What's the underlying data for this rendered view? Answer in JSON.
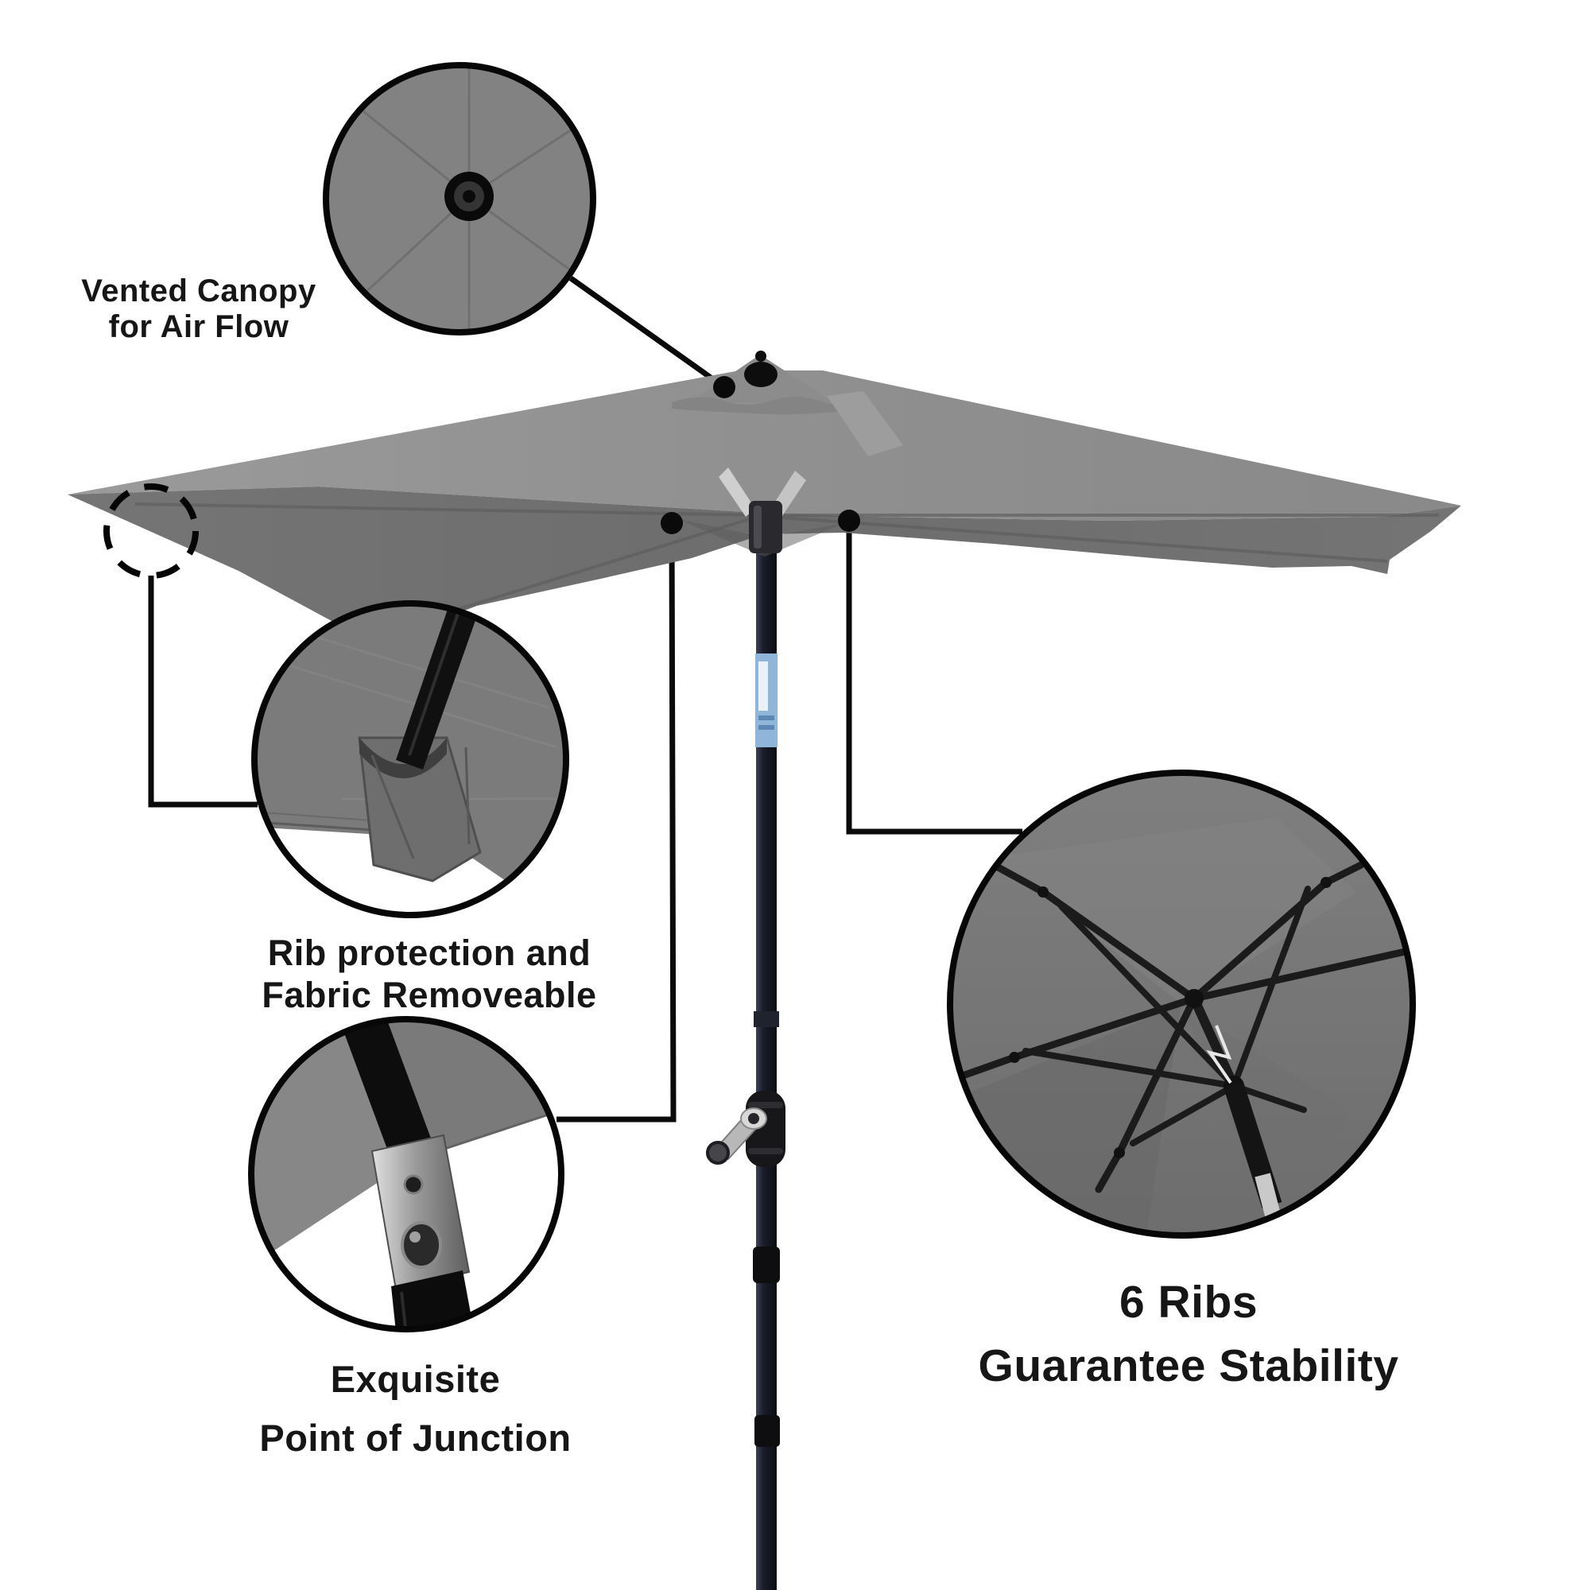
{
  "figure": {
    "subject": "rectangular patio umbrella with crank and tilt pole",
    "style": "product feature callout diagram"
  },
  "features": {
    "vent": {
      "line1": "Vented Canopy",
      "line2": "for Air Flow"
    },
    "rib_protection": {
      "line1": "Rib protection and",
      "line2": "Fabric Removeable"
    },
    "junction": {
      "line1": "Exquisite",
      "line2": "Point of Junction"
    },
    "six_ribs": {
      "line1": "6 Ribs",
      "line2": "Guarantee Stability"
    }
  },
  "colors": {
    "background": "#ffffff",
    "canopy_top": "#919191",
    "canopy_underside": "#707070",
    "detail_fabric": "#7b7b7b",
    "pole_dark": "#14161f",
    "pole_label_blue": "#8fb5d8",
    "callout_line": "#0a0a0a",
    "text": "#161616"
  },
  "icons": {
    "vent_knob": "vent-cap-knob-icon",
    "dashed_circle": "rib-tip-highlight-circle",
    "crank": "crank-handle-icon"
  }
}
